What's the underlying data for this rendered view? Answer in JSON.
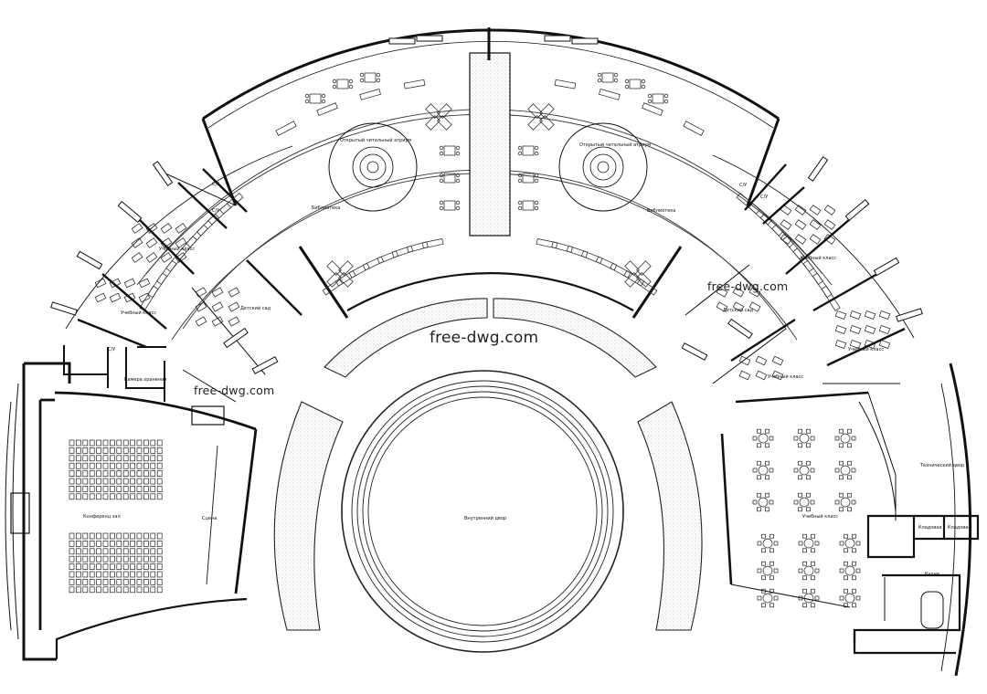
{
  "watermark": {
    "center": "free-dwg.com",
    "left": "free-dwg.com",
    "right": "free-dwg.com"
  },
  "rooms": {
    "reading_hall_left": "Открытый читальный атриум",
    "reading_hall_right": "Открытый читальный атриум",
    "library_left": "Библиотека",
    "library_right": "Библиотека",
    "wc_1": "С/У",
    "wc_2": "С/У",
    "wc_3": "С/У",
    "wc_4": "С/У",
    "wc_5": "С/У",
    "classroom_1": "Учебный класс",
    "classroom_2": "Учебный класс",
    "classroom_3": "Учебный класс",
    "classroom_4": "Учебный класс",
    "classroom_5": "Учебный класс",
    "classroom_6": "Учебный класс",
    "kindergarten_left": "Детский сад",
    "kindergarten_right": "Детский сад",
    "storage_room": "Камера хранения",
    "conference_hall": "Конференц зал",
    "stage": "Сцена",
    "inner_courtyard": "Внутренний двор",
    "technical_yard": "Технический двор",
    "pantry_1": "Кладовая",
    "pantry_2": "Кладовая",
    "kitchen": "Кухня"
  }
}
